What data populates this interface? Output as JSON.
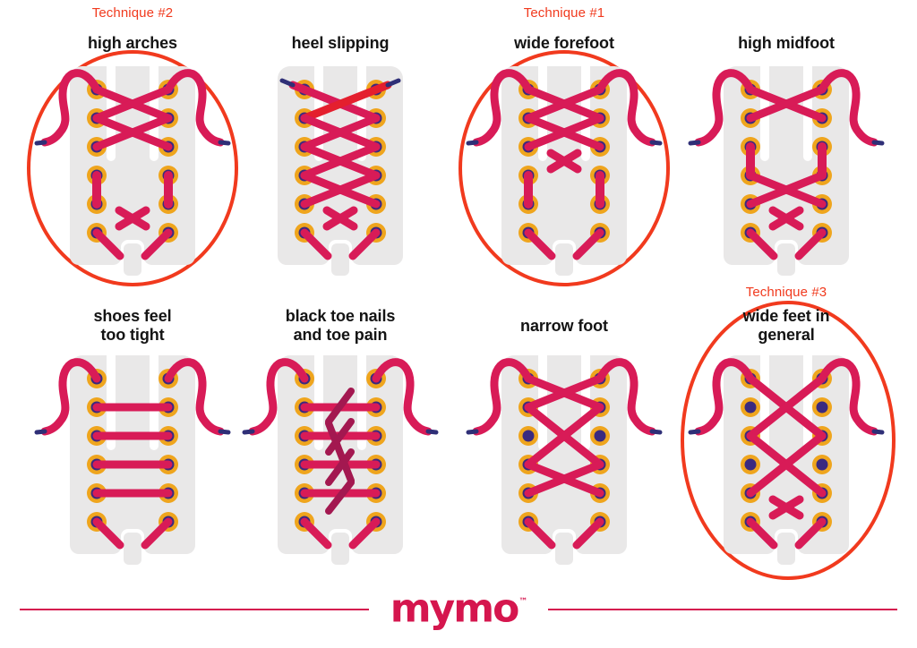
{
  "page": {
    "background": "#ffffff"
  },
  "colors": {
    "accent": "#f13a1e",
    "lace": "#d81b57",
    "lace_red": "#e41f2e",
    "lace_dark": "#a31850",
    "lace_tip": "#2f2f77",
    "eyelet_gold": "#efa51d",
    "eyelet_purple": "#3a2a80",
    "shoe_gray": "#e9e8e8",
    "logo": "#d5164e",
    "title_text": "#141414"
  },
  "panels": [
    {
      "id": "high-arches",
      "title": "high arches",
      "technique": "Technique #2",
      "circled": true,
      "lacing": {
        "ends": "curvy",
        "empty_rows": [],
        "ops": [
          [
            "x",
            1,
            2
          ],
          [
            "x",
            2,
            3
          ],
          [
            "vbars",
            4,
            5
          ],
          [
            "bow",
            5,
            6
          ],
          [
            "bottom"
          ]
        ]
      }
    },
    {
      "id": "heel-slipping",
      "title": "heel slipping",
      "technique": null,
      "circled": false,
      "lacing": {
        "ends": "lock",
        "empty_rows": [],
        "ops": [
          [
            "x",
            2,
            3
          ],
          [
            "x",
            3,
            4
          ],
          [
            "x",
            4,
            5
          ],
          [
            "bow",
            5,
            6
          ],
          [
            "bottom"
          ]
        ]
      }
    },
    {
      "id": "wide-forefoot",
      "title": "wide forefoot",
      "technique": "Technique #1",
      "circled": true,
      "lacing": {
        "ends": "curvy",
        "empty_rows": [],
        "ops": [
          [
            "x",
            1,
            2
          ],
          [
            "x",
            2,
            3
          ],
          [
            "bow",
            3,
            4
          ],
          [
            "vbars",
            4,
            5
          ],
          [
            "bottom"
          ]
        ]
      }
    },
    {
      "id": "high-midfoot",
      "title": "high midfoot",
      "technique": null,
      "circled": false,
      "lacing": {
        "ends": "curvy",
        "empty_rows": [],
        "ops": [
          [
            "x",
            1,
            2
          ],
          [
            "vbars",
            3,
            4
          ],
          [
            "x",
            4,
            5
          ],
          [
            "bow",
            5,
            6
          ],
          [
            "bottom"
          ]
        ]
      }
    },
    {
      "id": "shoes-feel-too-tight",
      "title": "shoes feel\ntoo tight",
      "technique": null,
      "circled": false,
      "lacing": {
        "ends": "curvy",
        "empty_rows": [],
        "ops": [
          [
            "h",
            2
          ],
          [
            "h",
            3
          ],
          [
            "h",
            4
          ],
          [
            "h",
            5
          ],
          [
            "bottom"
          ]
        ]
      }
    },
    {
      "id": "black-toe-nails",
      "title": "black toe nails\nand toe pain",
      "technique": null,
      "circled": false,
      "lacing": {
        "ends": "curvy",
        "empty_rows": [],
        "ops": [
          [
            "h",
            2
          ],
          [
            "h",
            3
          ],
          [
            "h",
            4
          ],
          [
            "h",
            5
          ],
          [
            "darkweave"
          ],
          [
            "bottom"
          ]
        ]
      }
    },
    {
      "id": "narrow-foot",
      "title": "narrow foot",
      "technique": null,
      "circled": false,
      "lacing": {
        "ends": "curvy",
        "empty_rows": [
          3
        ],
        "ops": [
          [
            "x",
            1,
            2
          ],
          [
            "x",
            2,
            4
          ],
          [
            "x",
            4,
            5
          ],
          [
            "bottom"
          ]
        ]
      }
    },
    {
      "id": "wide-feet-in-general",
      "title": "wide feet in\ngeneral",
      "technique": "Technique #3",
      "circled": true,
      "lacing": {
        "ends": "curvy",
        "empty_rows": [
          2,
          4
        ],
        "ops": [
          [
            "x",
            1,
            3
          ],
          [
            "x",
            3,
            5
          ],
          [
            "bow",
            5,
            6
          ],
          [
            "bottom"
          ]
        ]
      }
    }
  ],
  "footer": {
    "logo_text": "mymo",
    "trademark": "™"
  }
}
